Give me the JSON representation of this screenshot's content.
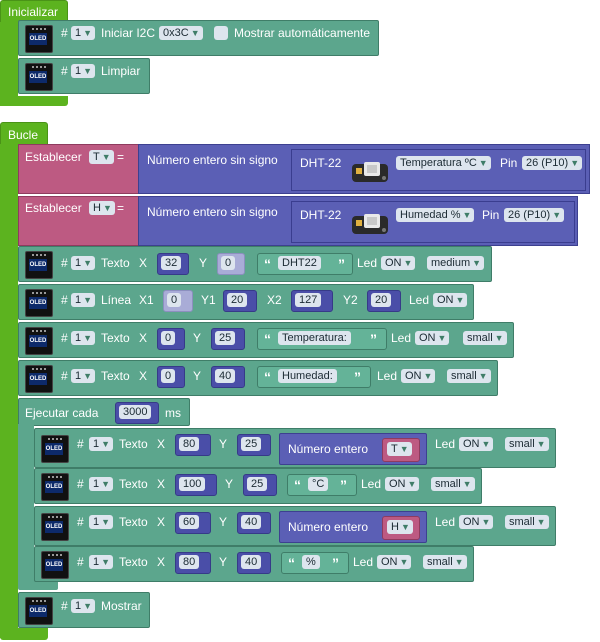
{
  "setup": {
    "title": "Inicializar",
    "init": {
      "index": "1",
      "label": "Iniciar I2C",
      "address": "0x3C",
      "auto_label": "Mostrar automáticamente"
    },
    "clear": {
      "index": "1",
      "label": "Limpiar"
    }
  },
  "loop": {
    "title": "Bucle",
    "set_t": {
      "label": "Establecer",
      "var": "T",
      "eq": "=",
      "type": "Número entero sin signo",
      "sensor": "DHT-22",
      "measure": "Temperatura ºC",
      "pin_label": "Pin",
      "pin": "26 (P10)"
    },
    "set_h": {
      "label": "Establecer",
      "var": "H",
      "eq": "=",
      "type": "Número entero sin signo",
      "sensor": "DHT-22",
      "measure": "Humedad %",
      "pin_label": "Pin",
      "pin": "26 (P10)"
    },
    "text1": {
      "index": "1",
      "label": "Texto",
      "x_label": "X",
      "x": "32",
      "y_label": "Y",
      "y": "0",
      "text": "DHT22",
      "led_label": "Led",
      "led": "ON",
      "size": "medium"
    },
    "line1": {
      "index": "1",
      "label": "Línea",
      "x1_label": "X1",
      "x1": "0",
      "y1_label": "Y1",
      "y1": "20",
      "x2_label": "X2",
      "x2": "127",
      "y2_label": "Y2",
      "y2": "20",
      "led_label": "Led",
      "led": "ON"
    },
    "text2": {
      "index": "1",
      "label": "Texto",
      "x_label": "X",
      "x": "0",
      "y_label": "Y",
      "y": "25",
      "text": "Temperatura:",
      "led_label": "Led",
      "led": "ON",
      "size": "small"
    },
    "text3": {
      "index": "1",
      "label": "Texto",
      "x_label": "X",
      "x": "0",
      "y_label": "Y",
      "y": "40",
      "text": "Humedad:",
      "led_label": "Led",
      "led": "ON",
      "size": "small"
    },
    "every": {
      "label": "Ejecutar cada",
      "value": "3000",
      "unit": "ms",
      "t1": {
        "index": "1",
        "label": "Texto",
        "x_label": "X",
        "x": "80",
        "y_label": "Y",
        "y": "25",
        "num_label": "Número entero",
        "var": "T",
        "led_label": "Led",
        "led": "ON",
        "size": "small"
      },
      "t2": {
        "index": "1",
        "label": "Texto",
        "x_label": "X",
        "x": "100",
        "y_label": "Y",
        "y": "25",
        "text": "°C",
        "led_label": "Led",
        "led": "ON",
        "size": "small"
      },
      "t3": {
        "index": "1",
        "label": "Texto",
        "x_label": "X",
        "x": "60",
        "y_label": "Y",
        "y": "40",
        "num_label": "Número entero",
        "var": "H",
        "led_label": "Led",
        "led": "ON",
        "size": "small"
      },
      "t4": {
        "index": "1",
        "label": "Texto",
        "x_label": "X",
        "x": "80",
        "y_label": "Y",
        "y": "40",
        "text": "%",
        "led_label": "Led",
        "led": "ON",
        "size": "small"
      }
    },
    "show": {
      "index": "1",
      "label": "Mostrar"
    }
  },
  "icons": {
    "oled": "oled-display-icon",
    "sensor": "dht22-sensor-icon"
  },
  "oled_text": "OLED",
  "colors": {
    "event": "#5cb31f",
    "display": "#5ca68d",
    "variable": "#bd5a82",
    "math": "#5b5fb5",
    "field": "#dde5ee"
  }
}
